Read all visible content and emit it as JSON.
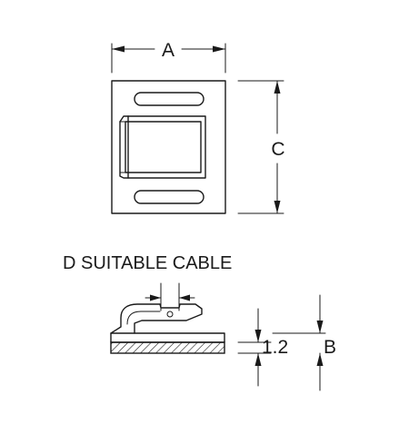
{
  "labels": {
    "dim_a": "A",
    "dim_c": "C",
    "cable_note": "D SUITABLE CABLE",
    "dim_thickness": "1.2",
    "dim_b": "B"
  },
  "colors": {
    "line": "#1a1a1a",
    "background": "#ffffff"
  }
}
